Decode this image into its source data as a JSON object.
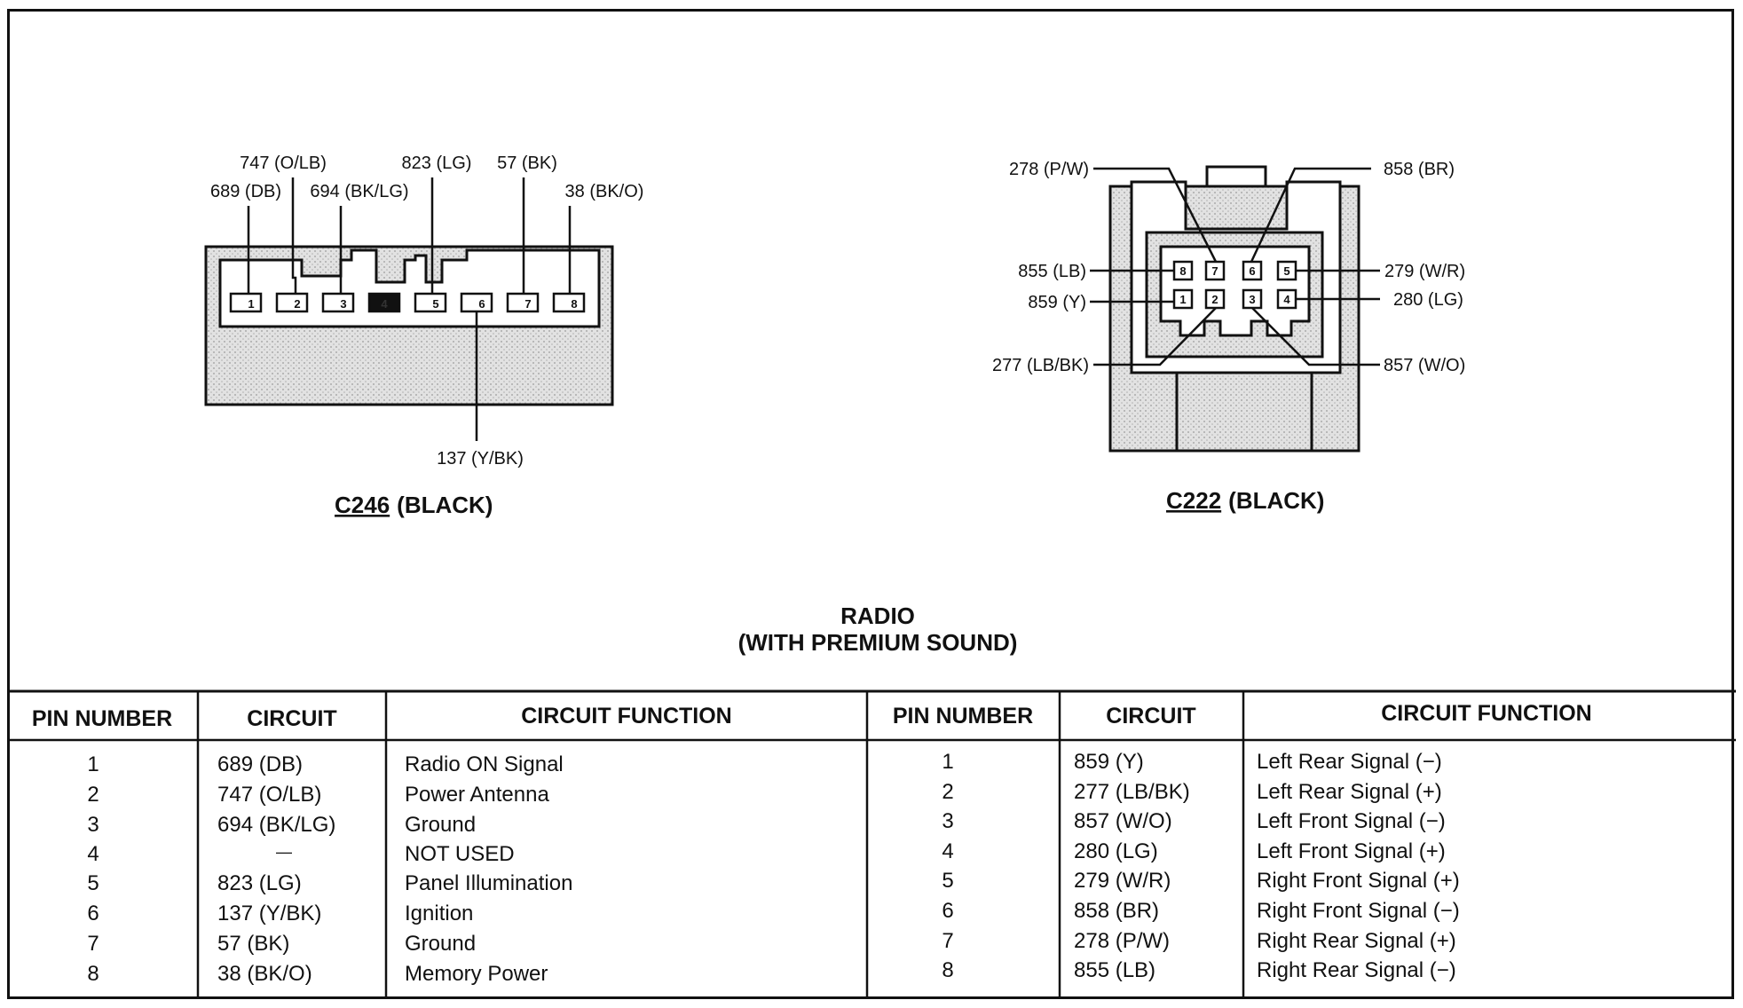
{
  "c246": {
    "id": "C246",
    "color": "(BLACK)",
    "top_labels": {
      "l689": "689 (DB)",
      "l747": "747 (O/LB)",
      "l694": "694 (BK/LG)",
      "l823": "823 (LG)",
      "l57": "57 (BK)",
      "l38": "38 (BK/O)"
    },
    "bottom_label": "137 (Y/BK)",
    "pins": [
      "1",
      "2",
      "3",
      "4",
      "5",
      "6",
      "7",
      "8"
    ],
    "filled_pin": "4"
  },
  "c222": {
    "id": "C222",
    "color": "(BLACK)",
    "labels": {
      "l278": "278 (P/W)",
      "l858": "858 (BR)",
      "l855": "855 (LB)",
      "l279": "279 (W/R)",
      "l859": "859 (Y)",
      "l280": "280 (LG)",
      "l277": "277 (LB/BK)",
      "l857": "857 (W/O)"
    },
    "top_row": [
      "8",
      "7",
      "6",
      "5"
    ],
    "bottom_row": [
      "1",
      "2",
      "3",
      "4"
    ]
  },
  "heading": {
    "line1": "RADIO",
    "line2": "(WITH PREMIUM SOUND)"
  },
  "table": {
    "headers": [
      "PIN NUMBER",
      "CIRCUIT",
      "CIRCUIT FUNCTION",
      "PIN NUMBER",
      "CIRCUIT",
      "CIRCUIT FUNCTION"
    ],
    "left_rows": [
      {
        "pin": "1",
        "circuit": "689 (DB)",
        "function": "Radio ON Signal"
      },
      {
        "pin": "2",
        "circuit": "747 (O/LB)",
        "function": "Power Antenna"
      },
      {
        "pin": "3",
        "circuit": "694 (BK/LG)",
        "function": "Ground"
      },
      {
        "pin": "4",
        "circuit": "—",
        "function": "NOT USED"
      },
      {
        "pin": "5",
        "circuit": "823 (LG)",
        "function": "Panel Illumination"
      },
      {
        "pin": "6",
        "circuit": "137 (Y/BK)",
        "function": "Ignition"
      },
      {
        "pin": "7",
        "circuit": "57 (BK)",
        "function": "Ground"
      },
      {
        "pin": "8",
        "circuit": "38 (BK/O)",
        "function": "Memory Power"
      }
    ],
    "right_rows": [
      {
        "pin": "1",
        "circuit": "859 (Y)",
        "function": "Left Rear Signal (−)"
      },
      {
        "pin": "2",
        "circuit": "277 (LB/BK)",
        "function": "Left Rear Signal (+)"
      },
      {
        "pin": "3",
        "circuit": "857 (W/O)",
        "function": "Left Front Signal (−)"
      },
      {
        "pin": "4",
        "circuit": "280 (LG)",
        "function": "Left Front Signal (+)"
      },
      {
        "pin": "5",
        "circuit": "279 (W/R)",
        "function": "Right Front Signal (+)"
      },
      {
        "pin": "6",
        "circuit": "858 (BR)",
        "function": "Right Front Signal (−)"
      },
      {
        "pin": "7",
        "circuit": "278 (P/W)",
        "function": "Right Rear Signal (+)"
      },
      {
        "pin": "8",
        "circuit": "855 (LB)",
        "function": "Right Rear Signal (−)"
      }
    ]
  }
}
